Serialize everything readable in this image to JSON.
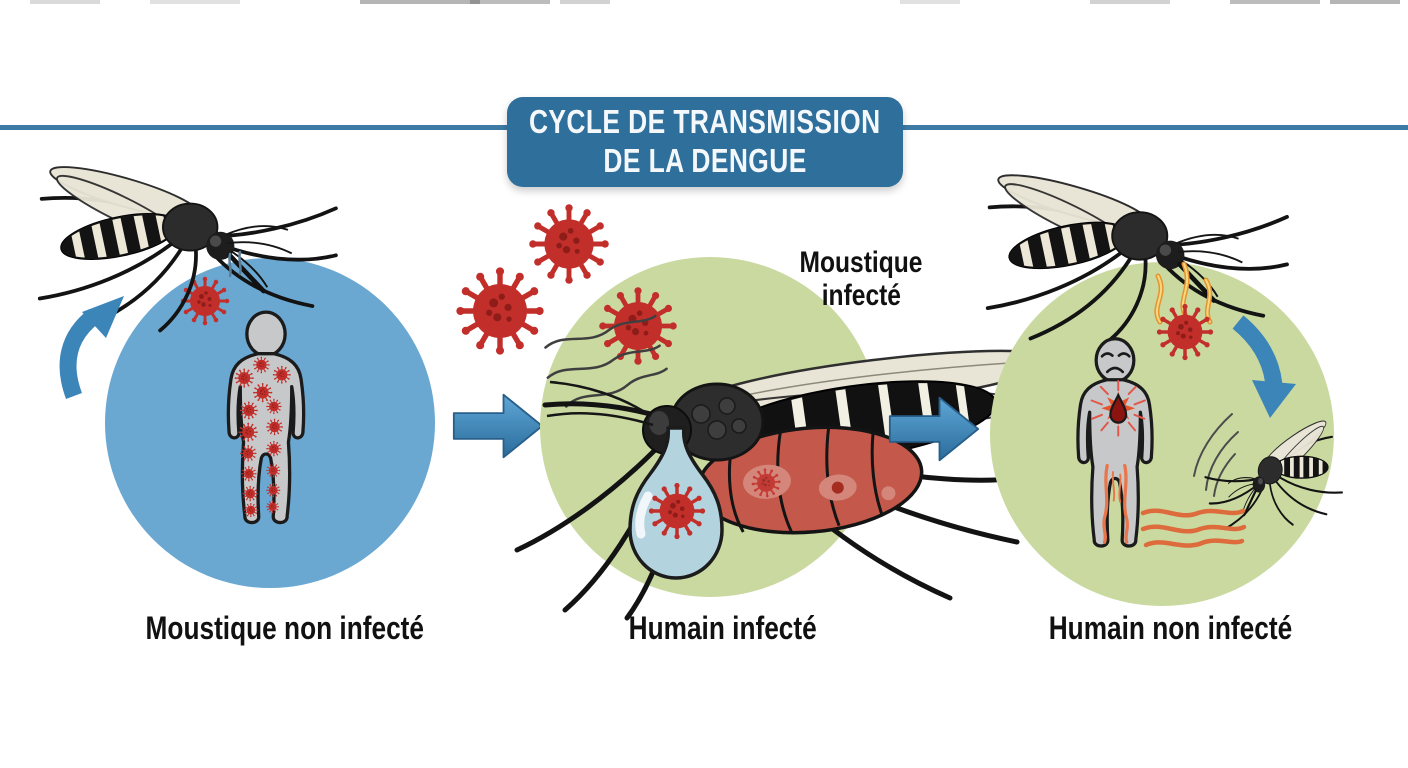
{
  "title": {
    "line1": "CYCLE DE TRANSMISSION",
    "line2": "DE LA DENGUE"
  },
  "stages": [
    {
      "label": "Moustique non infecté"
    },
    {
      "label": "Humain infecté"
    },
    {
      "label": "Humain non infecté"
    }
  ],
  "annotation": {
    "line1": "Moustique",
    "line2": "infecté"
  },
  "icons": [
    "mosquito-icon",
    "virus-icon",
    "human-figure-icon",
    "blood-droplet-icon",
    "right-arrow-icon",
    "curved-up-arrow-icon",
    "curved-down-arrow-icon",
    "scent-lines-icon",
    "fever-flames-icon",
    "chest-pain-icon",
    "vein-lines-icon"
  ],
  "colors": {
    "banner": "#2e6f9c",
    "divider": "#3d7ba6",
    "blue_circle": "#6aa8d2",
    "green_circle": "#c9d9a0",
    "arrow": "#3c85b8",
    "virus": "#c22f2b",
    "virus_dark": "#8e1d1a",
    "body": "#c7c8ca",
    "abdomen_red": "#c4584a",
    "droplet": "#b3d3de",
    "wing": "#e9e5d6",
    "flame": "#e5932f",
    "vein": "#e8764a",
    "text": "#111111",
    "title_text": "#f4f8fb"
  }
}
